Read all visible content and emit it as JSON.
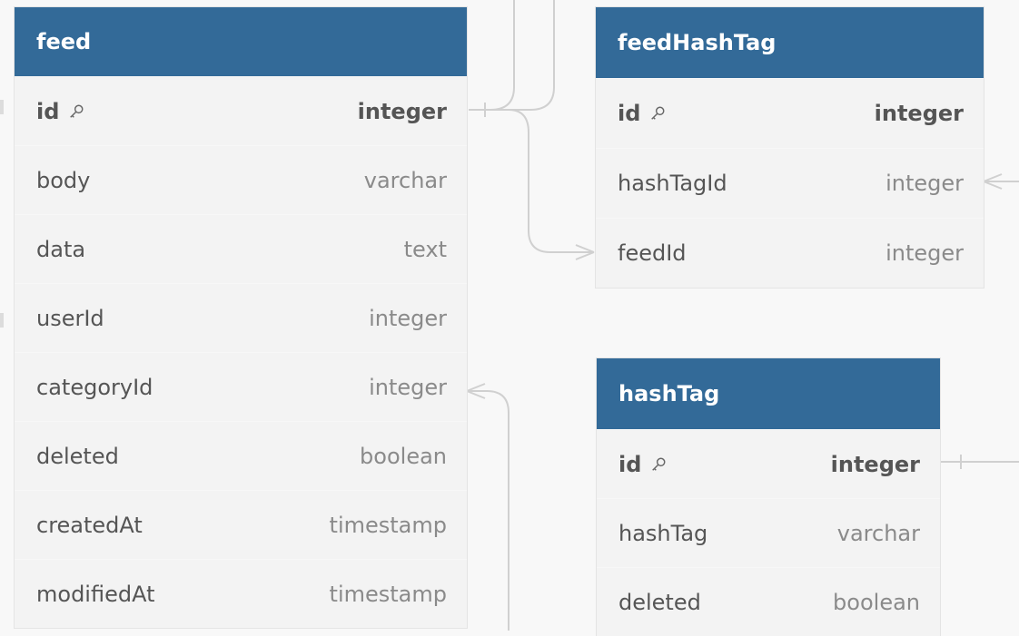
{
  "tables": {
    "feed": {
      "name": "feed",
      "fields": [
        {
          "name": "id",
          "type": "integer",
          "pk": true
        },
        {
          "name": "body",
          "type": "varchar"
        },
        {
          "name": "data",
          "type": "text"
        },
        {
          "name": "userId",
          "type": "integer"
        },
        {
          "name": "categoryId",
          "type": "integer"
        },
        {
          "name": "deleted",
          "type": "boolean"
        },
        {
          "name": "createdAt",
          "type": "timestamp"
        },
        {
          "name": "modifiedAt",
          "type": "timestamp"
        }
      ]
    },
    "feedHashTag": {
      "name": "feedHashTag",
      "fields": [
        {
          "name": "id",
          "type": "integer",
          "pk": true
        },
        {
          "name": "hashTagId",
          "type": "integer"
        },
        {
          "name": "feedId",
          "type": "integer"
        }
      ]
    },
    "hashTag": {
      "name": "hashTag",
      "fields": [
        {
          "name": "id",
          "type": "integer",
          "pk": true
        },
        {
          "name": "hashTag",
          "type": "varchar"
        },
        {
          "name": "deleted",
          "type": "boolean"
        }
      ]
    }
  },
  "colors": {
    "header": "#336a98",
    "header_text": "#ffffff",
    "body": "#f3f3f3",
    "connector": "#d0d0d0",
    "background": "#f8f8f8"
  },
  "icons": {
    "primary_key": "key-icon"
  }
}
